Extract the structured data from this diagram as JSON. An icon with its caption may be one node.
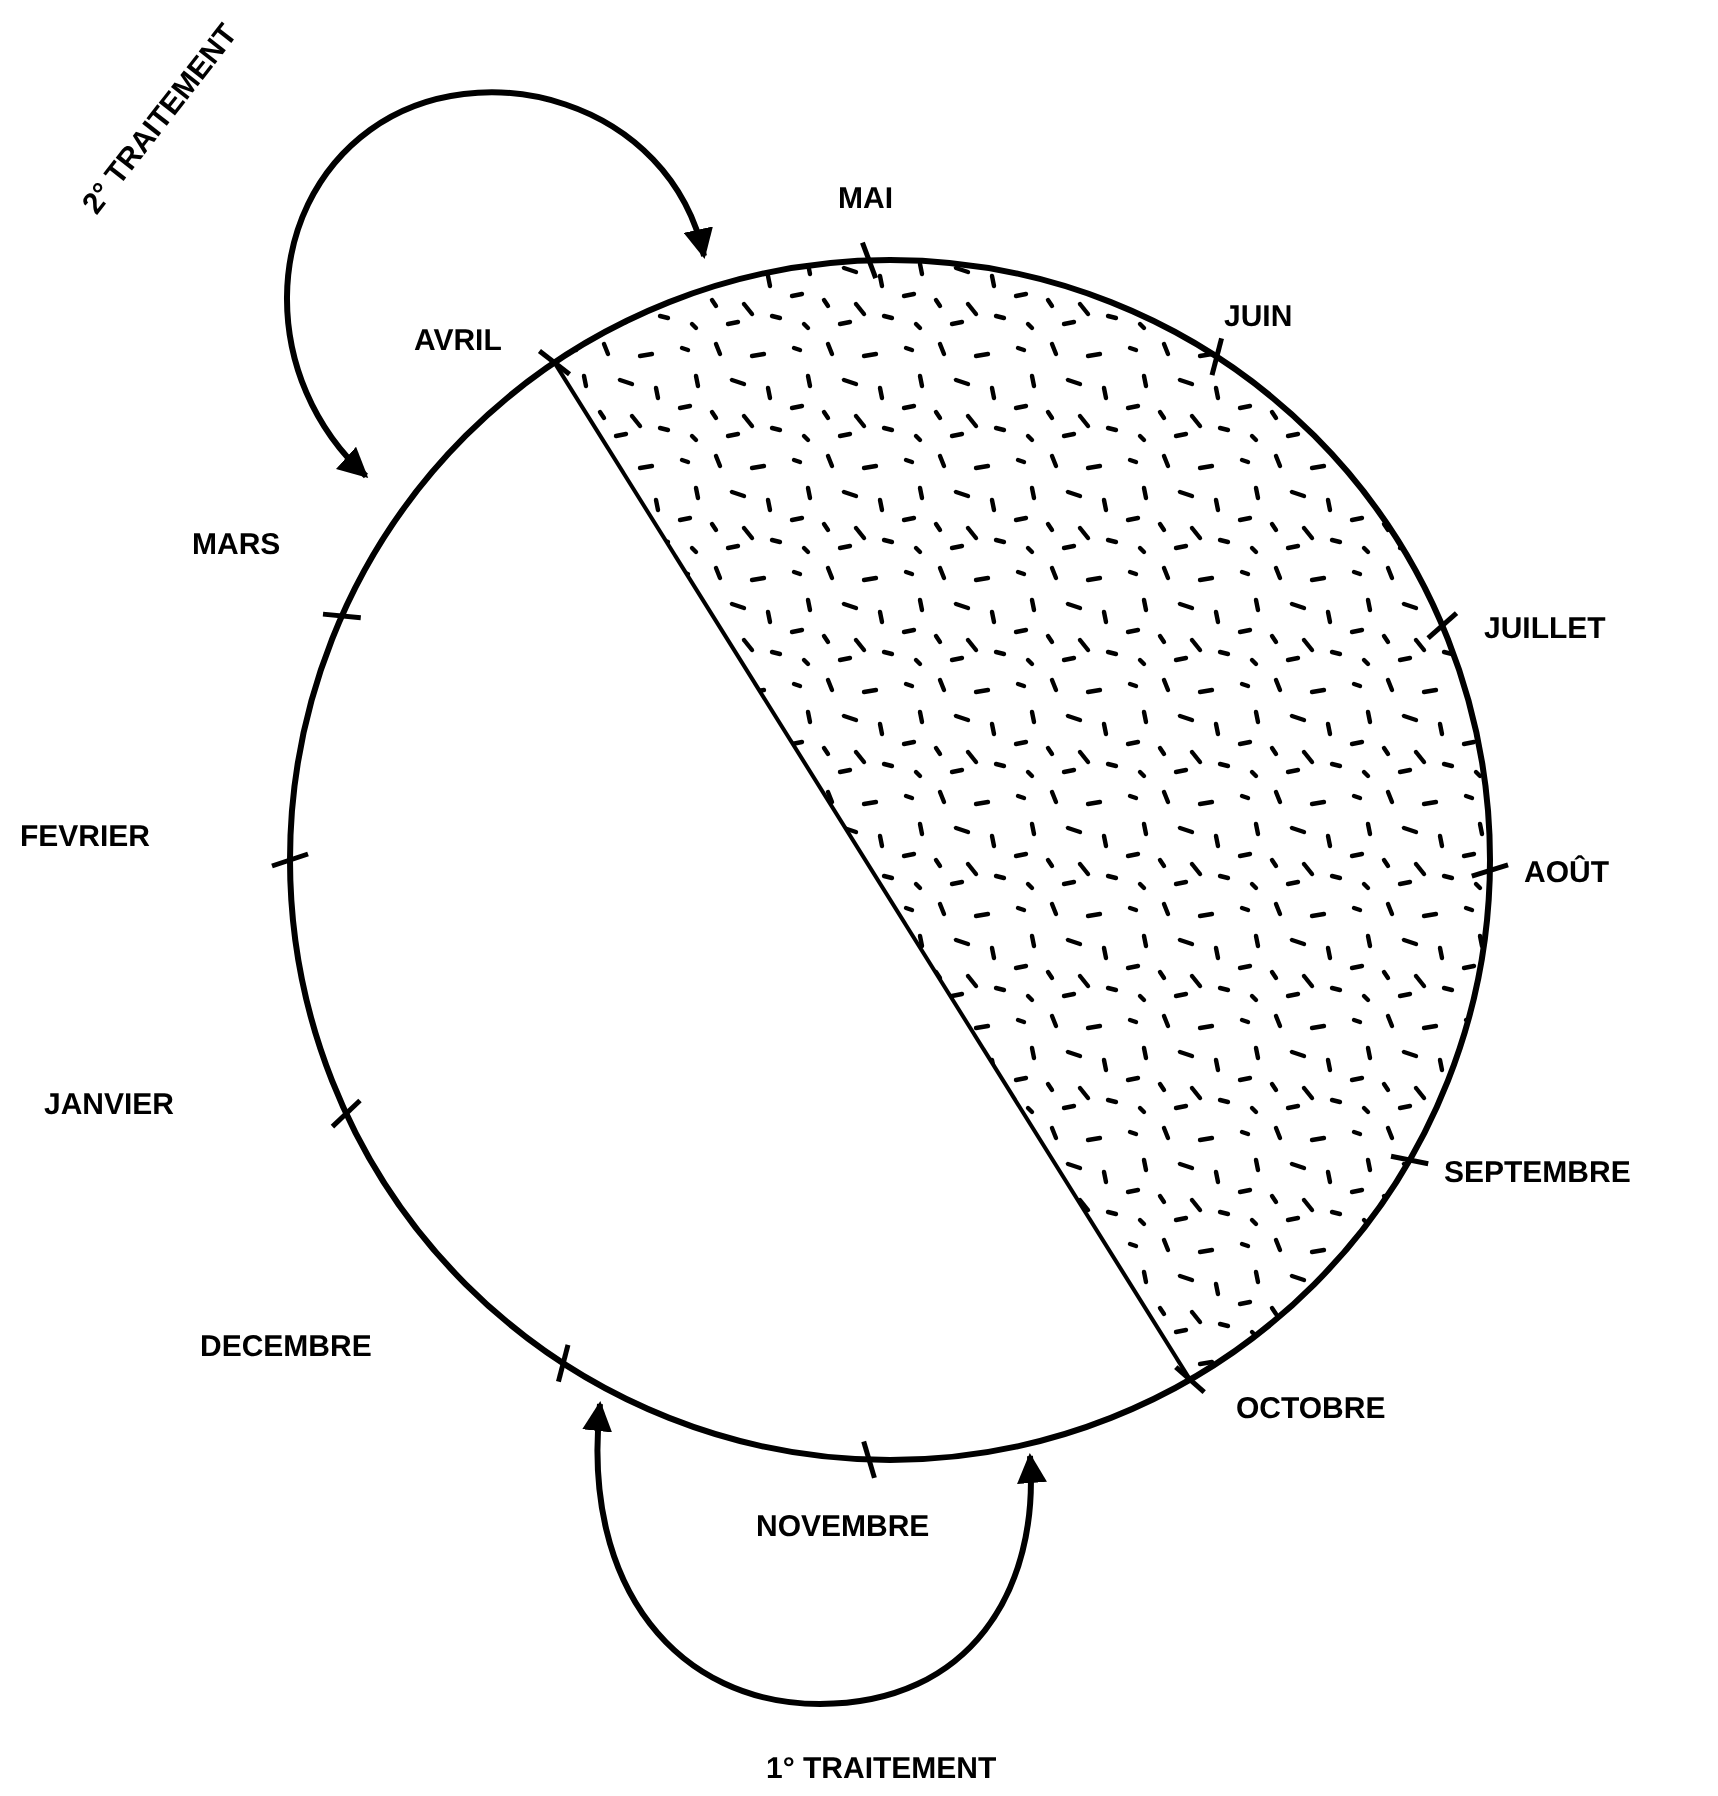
{
  "diagram": {
    "labels": [
      "2° TRAITEMENT",
      "MAI",
      "JUIN",
      "AVRIL",
      "MARS",
      "JUILLET",
      "FEVRIER",
      "AOÛT",
      "JANVIER",
      "SEPTEMBRE",
      "DECEMBRE",
      "OCTOBRE",
      "NOVEMBRE",
      "1° TRAITEMENT"
    ]
  }
}
